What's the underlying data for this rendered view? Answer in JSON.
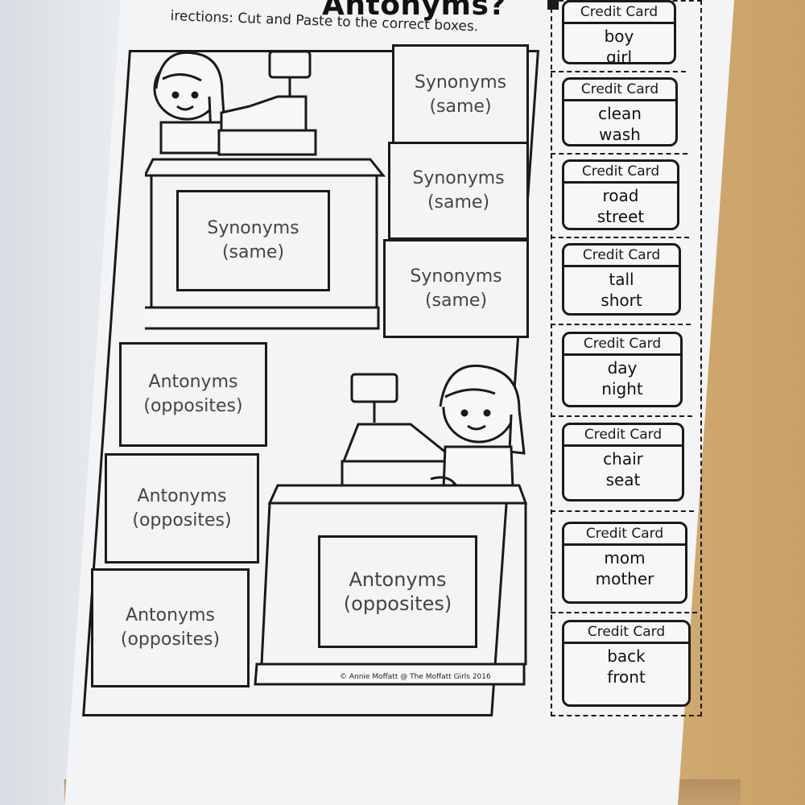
{
  "worksheet": {
    "title": "Antonyms?",
    "directions": "irections: Cut and Paste to the correct boxes.",
    "copyright": "© Annie Moffatt @ The Moffatt Girls 2016"
  },
  "synonym_boxes": [
    {
      "line1": "Synonyms",
      "line2": "(same)"
    },
    {
      "line1": "Synonyms",
      "line2": "(same)"
    },
    {
      "line1": "Synonyms",
      "line2": "(same)"
    },
    {
      "line1": "Synonyms",
      "line2": "(same)"
    }
  ],
  "antonym_boxes": [
    {
      "line1": "Antonyms",
      "line2": "(opposites)"
    },
    {
      "line1": "Antonyms",
      "line2": "(opposites)"
    },
    {
      "line1": "Antonyms",
      "line2": "(opposites)"
    },
    {
      "line1": "Antonyms",
      "line2": "(opposites)"
    }
  ],
  "cards": [
    {
      "header": "Credit Card",
      "word1": "boy",
      "word2": "girl"
    },
    {
      "header": "Credit Card",
      "word1": "clean",
      "word2": "wash"
    },
    {
      "header": "Credit Card",
      "word1": "road",
      "word2": "street"
    },
    {
      "header": "Credit Card",
      "word1": "tall",
      "word2": "short"
    },
    {
      "header": "Credit Card",
      "word1": "day",
      "word2": "night"
    },
    {
      "header": "Credit Card",
      "word1": "chair",
      "word2": "seat"
    },
    {
      "header": "Credit Card",
      "word1": "mom",
      "word2": "mother"
    },
    {
      "header": "Credit Card",
      "word1": "back",
      "word2": "front"
    }
  ]
}
